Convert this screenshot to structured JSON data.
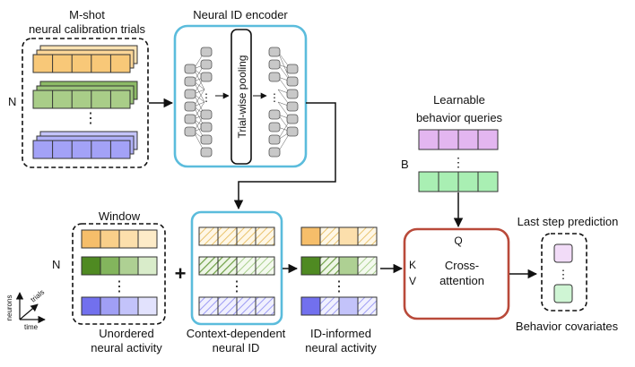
{
  "labels": {
    "calib_title_line1": "M-shot",
    "calib_title_line2": "neural calibration trials",
    "encoder_title": "Neural ID encoder",
    "pooling_label": "Trial-wise pooling",
    "queries_title_line1": "Learnable",
    "queries_title_line2": "behavior queries",
    "window_title": "Window",
    "unordered_line1": "Unordered",
    "unordered_line2": "neural activity",
    "context_line1": "Context-dependent",
    "context_line2": "neural ID",
    "informed_line1": "ID-informed",
    "informed_line2": "neural activity",
    "cross_line1": "Cross-",
    "cross_line2": "attention",
    "q_label": "Q",
    "k_label": "K",
    "v_label": "V",
    "last_step": "Last step prediction",
    "behavior_cov": "Behavior covariates",
    "n_label_top": "N",
    "n_label_bottom": "N",
    "b_label": "B",
    "plus_sign": "+",
    "axis_neurons": "neurons",
    "axis_trials": "trials",
    "axis_time": "time",
    "ellipsis": "⋮"
  },
  "colors": {
    "encoder_border": "#5bbcdc",
    "cross_border": "#b94a3a",
    "orange_light": "#fde3b4",
    "orange_mid": "#f7c474",
    "green_dark": "#4f8a22",
    "green_mid": "#8fbf6a",
    "green_light": "#cfe7bf",
    "blue_dark": "#7a78f0",
    "blue_mid": "#b5b6fb",
    "blue_light": "#dcdcfd",
    "purple": "#e3b6f0",
    "mint": "#a9efb3"
  }
}
